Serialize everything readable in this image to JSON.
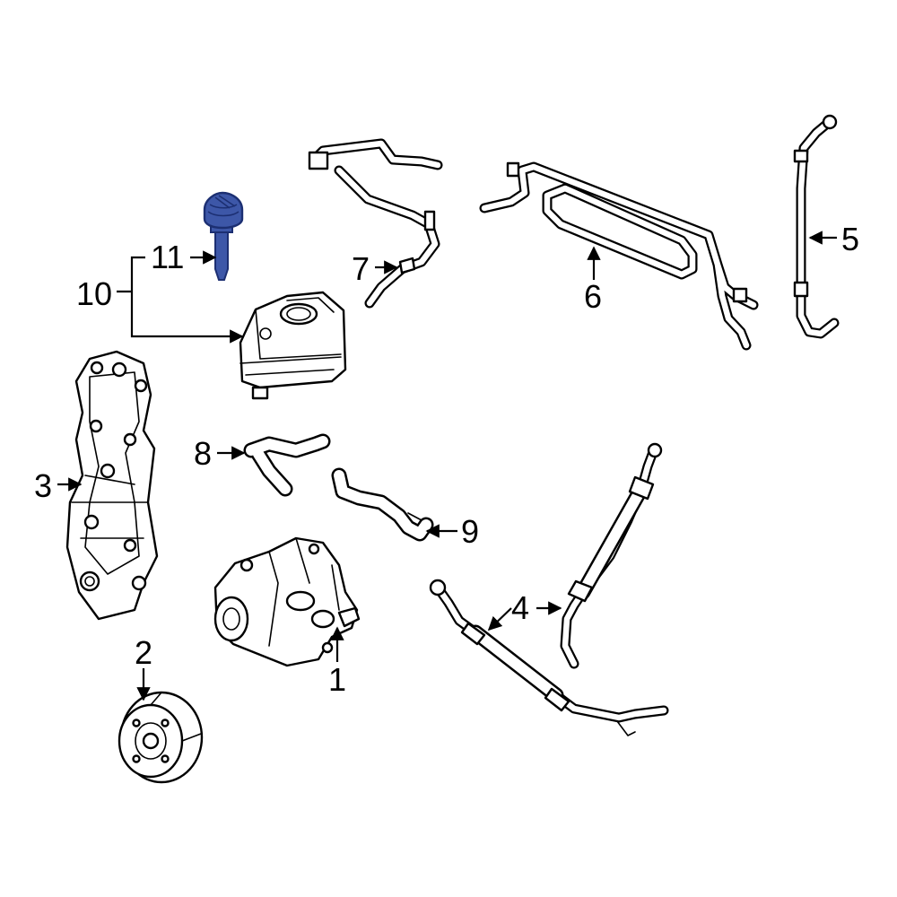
{
  "colors": {
    "highlight": "#3d57a8",
    "highlight_dark": "#1c2f72",
    "line": "#000000",
    "background": "#ffffff"
  },
  "callouts": [
    {
      "id": "1",
      "label": "1",
      "part": "power-steering-pump"
    },
    {
      "id": "2",
      "label": "2",
      "part": "pulley"
    },
    {
      "id": "3",
      "label": "3",
      "part": "mounting-bracket"
    },
    {
      "id": "4",
      "label": "4",
      "part": "pressure-hose"
    },
    {
      "id": "5",
      "label": "5",
      "part": "return-line"
    },
    {
      "id": "6",
      "label": "6",
      "part": "cooler-line"
    },
    {
      "id": "7",
      "label": "7",
      "part": "return-tube"
    },
    {
      "id": "8",
      "label": "8",
      "part": "hose"
    },
    {
      "id": "9",
      "label": "9",
      "part": "hose"
    },
    {
      "id": "10",
      "label": "10",
      "part": "reservoir"
    },
    {
      "id": "11",
      "label": "11",
      "part": "dipstick-cap"
    }
  ],
  "highlighted_part": "11"
}
